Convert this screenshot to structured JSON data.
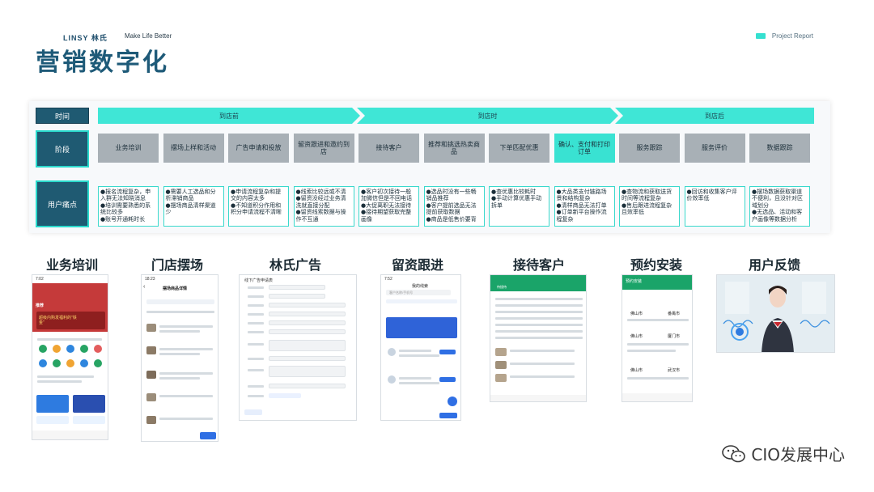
{
  "header": {
    "brand": "LINSY 林氏",
    "tagline": "Make Life Better",
    "title": "营销数字化",
    "report_label": "Project Report",
    "accent": "#35e0d0"
  },
  "table": {
    "row_labels": {
      "time": "时间",
      "stage": "阶段",
      "pain": "用户痛点"
    },
    "phases": [
      "到店前",
      "到店时",
      "到店后"
    ],
    "stages": [
      {
        "label": "业务培训",
        "highlight": false
      },
      {
        "label": "摆场上样和活动",
        "highlight": false
      },
      {
        "label": "广告申请和投放",
        "highlight": false
      },
      {
        "label": "留资跟进和邀约到店",
        "highlight": false
      },
      {
        "label": "接待客户",
        "highlight": false
      },
      {
        "label": "推荐和挑选热卖商品",
        "highlight": false
      },
      {
        "label": "下单匹配优惠",
        "highlight": false
      },
      {
        "label": "确认、支付和打印订单",
        "highlight": true
      },
      {
        "label": "服务跟踪",
        "highlight": false
      },
      {
        "label": "服务评价",
        "highlight": false
      },
      {
        "label": "数据跟踪",
        "highlight": false
      }
    ],
    "pains": [
      [
        "●报名流程复杂，申入群无法知晓消息",
        "●培训需要熟悉的系统比较多",
        "●账号开通耗时长"
      ],
      [
        "●需要人工选品和分析滞销商品",
        "●摆场商品清样渠道少"
      ],
      [
        "●申请流程复杂和提交的内容太多",
        "●不知道积分作用和积分申请流程不清晰"
      ],
      [
        "●线索比较远或不清",
        "●留资没经过业务清洗就直接分配",
        "●留资线索数据与操作不互通"
      ],
      [
        "●客户初次接待一般加微信但是不回电话",
        "●大促离职无法接待",
        "●接待期望获取完整画像"
      ],
      [
        "●选品时没有一些畅销品推荐",
        "●客户提前选品无法提前获取数据",
        "●商品是低售价要背"
      ],
      [
        "●查优惠比较耗时",
        "●手动计算优惠手动拆单"
      ],
      [
        "●大品类支付链路场景和结构复杂",
        "●清样商品无法打单",
        "●订单新平台操作流程复杂"
      ],
      [
        "●查物流和获取送货时间等流程复杂",
        "●售后跟进流程复杂且效率低"
      ],
      [
        "●回访和收集客户评价效率低"
      ],
      [
        "●摆场数据获取渠道不便利，且没针对区域划分",
        "●无选品、活动和客户画像等数据分析"
      ]
    ]
  },
  "sections": [
    {
      "title": "业务培训"
    },
    {
      "title": "门店摆场"
    },
    {
      "title": "林氏广告"
    },
    {
      "title": "留资跟进"
    },
    {
      "title": "接待客户"
    },
    {
      "title": "预约安装"
    },
    {
      "title": "用户反馈"
    }
  ],
  "screens": {
    "s1": {
      "time": "7:02",
      "tab": "推荐",
      "banner": "超级内购发福利的\"铁金\""
    },
    "s2": {
      "time": "18:23",
      "nav_title": "摆场商品详情"
    },
    "s3": {
      "nav_title": "线下广告申请表"
    },
    "s4": {
      "time": "7:52",
      "nav_title": "我的线索",
      "search_placeholder": "客户名称/手机号"
    },
    "s5": {
      "status_tab": "待接待"
    },
    "s6": {
      "nav_title": "预约安装",
      "cities": [
        "佛山市",
        "番禺市",
        "佛山市",
        "厦门市",
        "佛山市",
        "武汉市"
      ]
    }
  },
  "watermark": "CIO发展中心"
}
